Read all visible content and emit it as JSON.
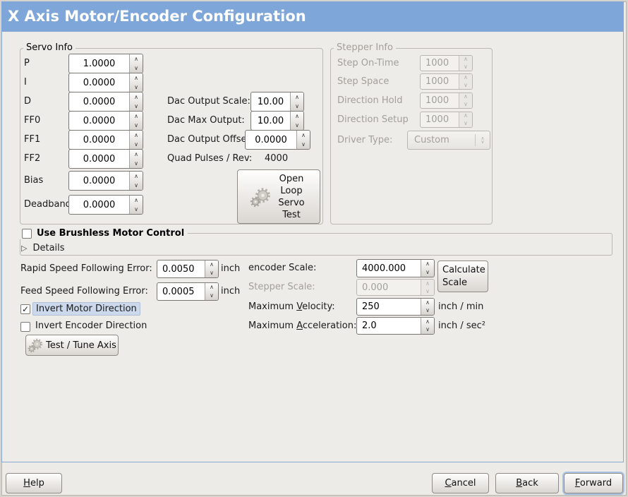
{
  "window": {
    "title": "X Axis Motor/Encoder Configuration"
  },
  "icons": {
    "up": "∧",
    "down": "∨",
    "expander": "▷",
    "check": "✓",
    "gears": "gears-icon"
  },
  "colors": {
    "header": "#7ea6d8",
    "frame_border": "#8aa8d5",
    "focus_highlight": "#ccd9ec"
  },
  "servo_info": {
    "title": "Servo Info",
    "params": [
      {
        "label": "P",
        "value": "1.0000"
      },
      {
        "label": "I",
        "value": "0.0000"
      },
      {
        "label": "D",
        "value": "0.0000"
      },
      {
        "label": "FF0",
        "value": "0.0000"
      },
      {
        "label": "FF1",
        "value": "0.0000"
      },
      {
        "label": "FF2",
        "value": "0.0000"
      },
      {
        "label": "Bias",
        "value": "0.0000"
      },
      {
        "label": "Deadband",
        "value": "0.0000"
      }
    ],
    "dac": [
      {
        "label": "Dac Output Scale:",
        "value": "10.00"
      },
      {
        "label": "Dac Max Output:",
        "value": "10.00"
      },
      {
        "label": "Dac Output Offset:",
        "value": "0.0000"
      }
    ],
    "quad_pulses": {
      "label": "Quad Pulses / Rev:",
      "value": "4000"
    },
    "open_loop_button": "Open Loop Servo Test"
  },
  "stepper_info": {
    "title": "Stepper Info",
    "rows": [
      {
        "label": "Step On-Time",
        "value": "1000"
      },
      {
        "label": "Step Space",
        "value": "1000"
      },
      {
        "label": "Direction Hold",
        "value": "1000"
      },
      {
        "label": "Direction Setup",
        "value": "1000"
      }
    ],
    "driver_type": {
      "label": "Driver Type:",
      "value": "Custom"
    }
  },
  "brushless": {
    "checkbox_label": "Use Brushless Motor Control",
    "details_label": "Details"
  },
  "following_error": [
    {
      "label": "Rapid Speed Following Error:",
      "value": "0.0050",
      "unit": "inch"
    },
    {
      "label": "Feed Speed Following Error:",
      "value": "0.0005",
      "unit": "inch"
    }
  ],
  "direction": {
    "invert_motor": "Invert Motor Direction",
    "invert_encoder": "Invert Encoder Direction",
    "test_button": "Test / Tune Axis"
  },
  "scale": {
    "encoder": {
      "label": "encoder Scale:",
      "value": "4000.000"
    },
    "calculate_button": "Calculate Scale",
    "stepper": {
      "label": "Stepper Scale:",
      "value": "0.000"
    },
    "velocity": {
      "pre": "Maximum ",
      "mn": "V",
      "post": "elocity:",
      "value": "250",
      "unit": "inch / min"
    },
    "acceleration": {
      "pre": "Maximum ",
      "mn": "A",
      "post": "cceleration:",
      "value": "2.0",
      "unit": "inch / sec²"
    }
  },
  "footer": {
    "help": {
      "mn": "H",
      "post": "elp"
    },
    "cancel": {
      "mn": "C",
      "post": "ancel"
    },
    "back": {
      "mn": "B",
      "post": "ack"
    },
    "forward": {
      "mn": "F",
      "post": "orward"
    }
  }
}
